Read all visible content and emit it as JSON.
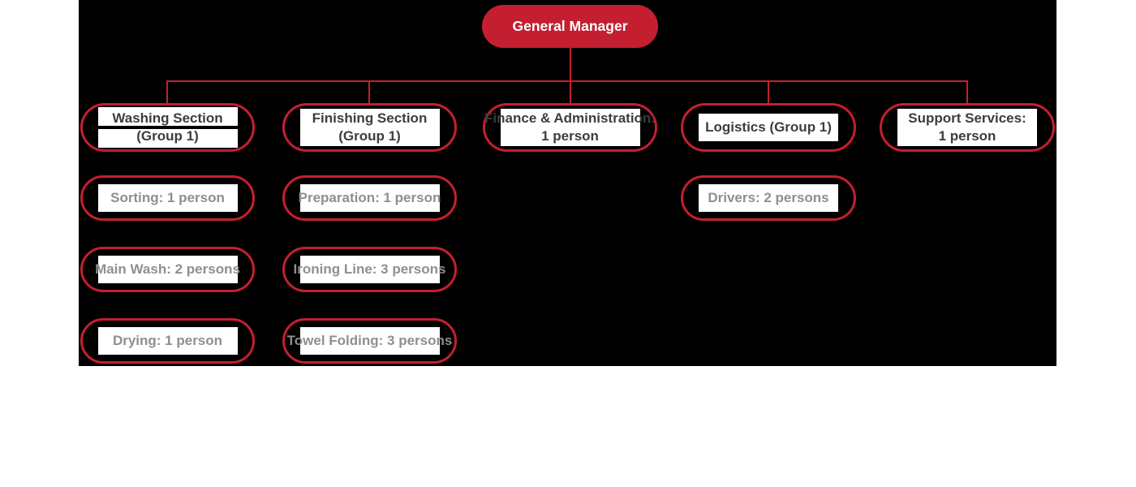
{
  "colors": {
    "red": "#c41f30",
    "head_text": "#3d3d3d",
    "sub_text": "#8f8f8f",
    "root_text": "#ffffff",
    "highlight": "#ffffff",
    "panel_bg": "#000000",
    "page_bg": "#ffffff"
  },
  "org": {
    "root": {
      "label": "General Manager"
    },
    "sections": [
      {
        "title_lines": [
          "Washing Section",
          "(Group 1)"
        ],
        "children": [
          "Sorting: 1 person",
          "Main Wash: 2 persons",
          "Drying: 1 person"
        ]
      },
      {
        "title_lines": [
          "Finishing Section",
          "(Group 1)"
        ],
        "children": [
          "Preparation: 1 person",
          "Ironing Line: 3 persons",
          "Towel Folding: 3 persons"
        ]
      },
      {
        "title_lines": [
          "Finance & Administration:",
          "1 person"
        ],
        "children": []
      },
      {
        "title_lines": [
          "Logistics (Group 1)"
        ],
        "children": [
          "Drivers: 2 persons"
        ]
      },
      {
        "title_lines": [
          "Support Services:",
          "1 person"
        ],
        "children": []
      }
    ]
  }
}
